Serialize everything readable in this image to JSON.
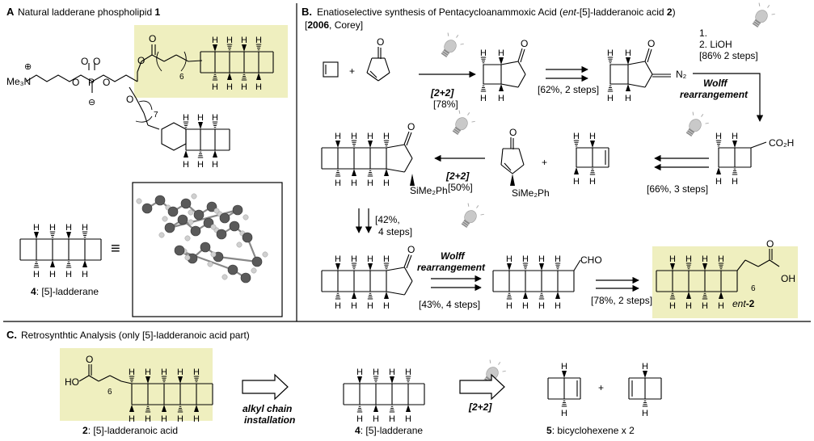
{
  "colors": {
    "highlight": "#efefbf",
    "line": "#000000",
    "bulb": "#c9c9c9",
    "bulb_base": "#8a8a8a",
    "ball": "#5a5a5a",
    "hydrogen": "#d0d0d0"
  },
  "panel_a": {
    "letter": "A",
    "title": "Natural ladderane phospholipid",
    "title_num": "1",
    "labels": {
      "me3n": "Me₃N",
      "plus": "⊕",
      "minus": "⊖",
      "O": "O",
      "P": "P",
      "six": "6",
      "seven": "7",
      "H": "H"
    },
    "equiv": "≡",
    "ladderane_num": "4",
    "ladderane_name": ": [5]-ladderane"
  },
  "panel_b": {
    "letter": "B.",
    "title_prefix": "Enatioselective synthesis of Pentacycloanammoxic Acid (",
    "title_italic": "ent",
    "title_mid": "-[5]-ladderanoic acid ",
    "title_num": "2",
    "title_suffix": ")",
    "ref_open": "[",
    "ref_year": "2006",
    "ref_rest": ", Corey]",
    "steps": {
      "s1_main": "[2+2]",
      "s1_yield": "[78%]",
      "s2": "[62%, 2 steps]",
      "n2": "N₂",
      "s3a": "1.",
      "s3b": "2. LiOH",
      "s3c": "[86% 2 steps]",
      "wolff1": "Wolff",
      "wolff2": "rearrangement",
      "co2h": "CO₂H",
      "s4": "[66%, 3 steps]",
      "s5_main": "[2+2]",
      "s5_yield": "[50%]",
      "plus": "+",
      "sime2ph": "SiMe₂Ph",
      "s6a": "[42%,",
      "s6b": "4 steps]",
      "s7": "[43%, 4 steps]",
      "cho": "CHO",
      "s8": "[78%, 2 steps]",
      "ent": "ent",
      "two": "-2",
      "oh": "OH",
      "six": "6"
    }
  },
  "panel_c": {
    "letter": "C.",
    "title": "Retrosynthtic Analysis (only [5]-ladderanoic acid part)",
    "acid_ho": "HO",
    "six": "6",
    "acid_num": "2",
    "acid_name": ": [5]-ladderanoic acid",
    "arrow1_l1": "alkyl chain",
    "arrow1_l2": "installation",
    "lad_num": "4",
    "lad_name": ": [5]-ladderane",
    "arrow2": "[2+2]",
    "plus": "+",
    "bicyclo_num": "5",
    "bicyclo_name": ": bicyclohexene x 2"
  }
}
